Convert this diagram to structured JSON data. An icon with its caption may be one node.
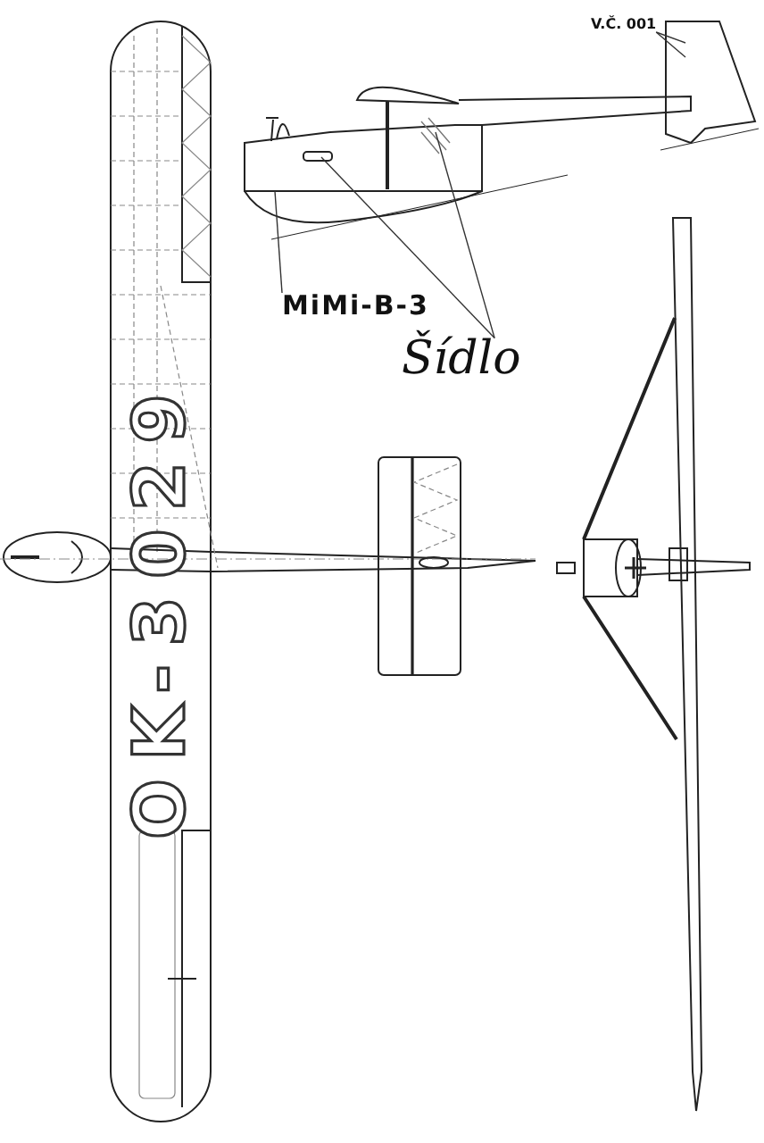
{
  "diagram": {
    "nodes": [
      {
        "text": [
          "V.Č. 001"
        ]
      },
      {
        "text": [],
        "shape": "picture"
      },
      {
        "text": [
          "MiMi-B-3"
        ]
      },
      {
        "text": [],
        "shape": "picture"
      },
      {
        "text": [
          "Šídlo"
        ]
      },
      {
        "text": [],
        "shape": "box",
        "in": 3
      },
      {
        "text": [],
        "shape": "picture",
        "in": 3
      }
    ],
    "edges": [
      {
        "from": 0,
        "to": 1,
        "arrow": "none"
      },
      {
        "from": 0,
        "to": 1,
        "arrow": "none"
      },
      {
        "from": 2,
        "to": 3,
        "arrow": "none"
      },
      {
        "from": 4,
        "to": 5,
        "arrow": "none"
      },
      {
        "from": 4,
        "to": 6,
        "arrow": "none"
      }
    ],
    "labels": [
      "OK-3029"
    ]
  }
}
